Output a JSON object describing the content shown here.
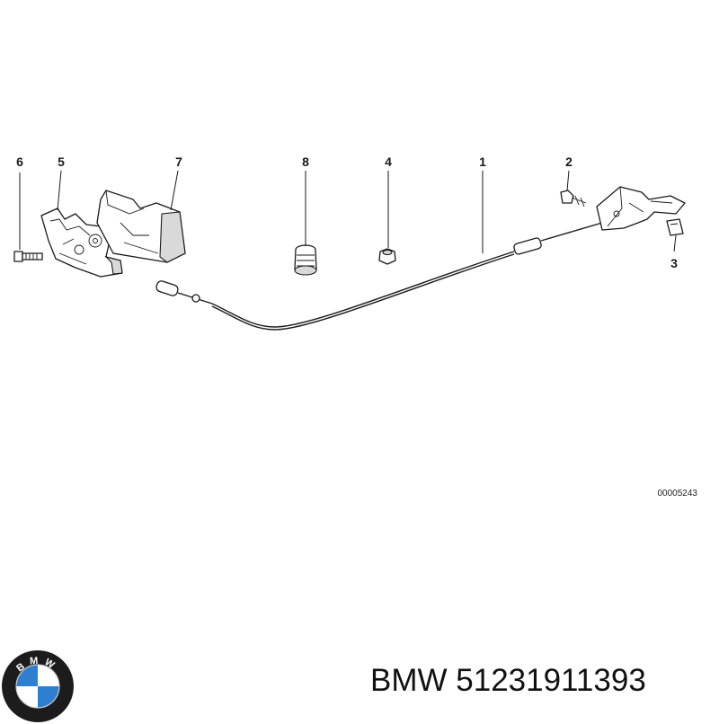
{
  "diagram": {
    "callouts": [
      {
        "id": "6",
        "label": "6"
      },
      {
        "id": "5",
        "label": "5"
      },
      {
        "id": "7",
        "label": "7"
      },
      {
        "id": "8",
        "label": "8"
      },
      {
        "id": "4",
        "label": "4"
      },
      {
        "id": "1",
        "label": "1"
      },
      {
        "id": "2",
        "label": "2"
      },
      {
        "id": "3",
        "label": "3"
      }
    ],
    "reference_code": "00005243"
  },
  "footer": {
    "brand_text": "BMW 51231911393"
  },
  "logo": {
    "lettering": "BMW",
    "colors": {
      "ring": "#1c1c1c",
      "blue": "#2f7fd0",
      "white": "#ffffff"
    }
  }
}
